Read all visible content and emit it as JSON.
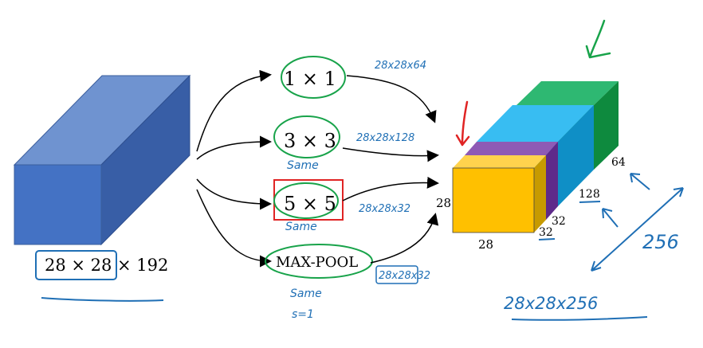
{
  "input_block": {
    "dims": "28 × 28",
    "depth": "× 192",
    "color_front": "#4472C4"
  },
  "branches": [
    {
      "op": "1 × 1",
      "out_dims": "28x28x64",
      "note": ""
    },
    {
      "op": "3 × 3",
      "out_dims": "28x28x128",
      "note": "Same"
    },
    {
      "op": "5 × 5",
      "out_dims": "28x28x32",
      "note": "Same"
    },
    {
      "op": "MAX-POOL",
      "out_dims": "28x28x32",
      "note": "Same",
      "note2": "s=1"
    }
  ],
  "output_block": {
    "height_label": "28",
    "width_label": "28",
    "depth_labels": [
      "32",
      "32",
      "128",
      "64"
    ],
    "total_depth": "256",
    "total_dims": "28x28x256",
    "slice_colors": [
      "#FFC000",
      "#7030A0",
      "#2EB5EA",
      "#1FA35A"
    ]
  },
  "colors": {
    "ink_blue": "#1F6FB5",
    "ink_green": "#18A34A",
    "ink_red": "#E02424"
  }
}
